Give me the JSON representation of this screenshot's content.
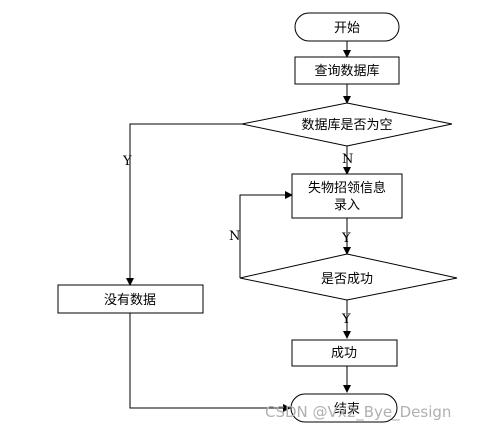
{
  "nodes": {
    "start": "开始",
    "query_db": "查询数据库",
    "db_empty": "数据库是否为空",
    "entry_line1": "失物招领信息",
    "entry_line2": "录入",
    "success_q": "是否成功",
    "success": "成功",
    "no_data": "没有数据",
    "end": "结束"
  },
  "edges": {
    "db_empty_no": "N",
    "db_empty_yes": "Y",
    "success_q_no": "N",
    "entry_yes": "Y",
    "success_q_yes": "Y"
  },
  "watermark": "CSDN @Vx2_Bye_Design"
}
